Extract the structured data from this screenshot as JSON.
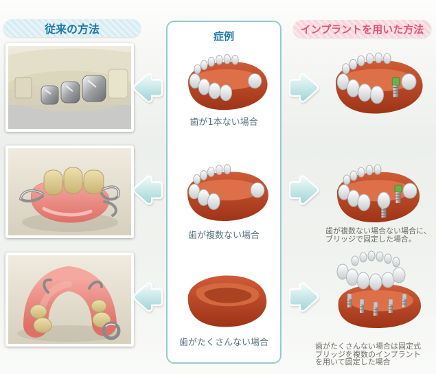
{
  "headers": {
    "traditional": "従来の方法",
    "cases": "症例",
    "implant": "インプラントを用いた方法"
  },
  "colors": {
    "traditional_pill_bg": "#d7ecf3",
    "traditional_text": "#1e7aa9",
    "implant_pill_bg": "#f9d5dd",
    "implant_text": "#e0567a",
    "panel_border": "#96cbce",
    "arrow": "#bfe3e4",
    "case_caption_color": "#5a7480",
    "implant_caption_color": "#6e6e68"
  },
  "rows": [
    {
      "case_caption": "歯が1本ない場合",
      "traditional_photo": "silver-crowns-bridge-model",
      "case_illustration": "jaw-missing-one-tooth",
      "implant_illustration": "jaw-with-single-implant"
    },
    {
      "case_caption": "歯が複数ない場合",
      "traditional_photo": "partial-denture-with-clasps",
      "case_illustration": "jaw-missing-multiple-teeth",
      "implant_illustration": "jaw-with-implant-bridge",
      "implant_caption_lines": [
        "歯が複数ない場合ない場合に、",
        "ブリッジで固定した場合。"
      ]
    },
    {
      "case_caption": "歯がたくさんない場合",
      "traditional_photo": "full-lower-partial-denture",
      "case_illustration": "edentulous-jaw",
      "implant_illustration": "jaw-with-multiple-implants-fixed-bridge",
      "implant_caption_lines": [
        "歯がたくさんない場合は固定式",
        "ブリッジを複数のインプラント",
        "を用いて固定した場合"
      ]
    }
  ],
  "icons": {
    "left_arrow": "left-arrow-icon",
    "right_arrow": "right-arrow-icon"
  }
}
